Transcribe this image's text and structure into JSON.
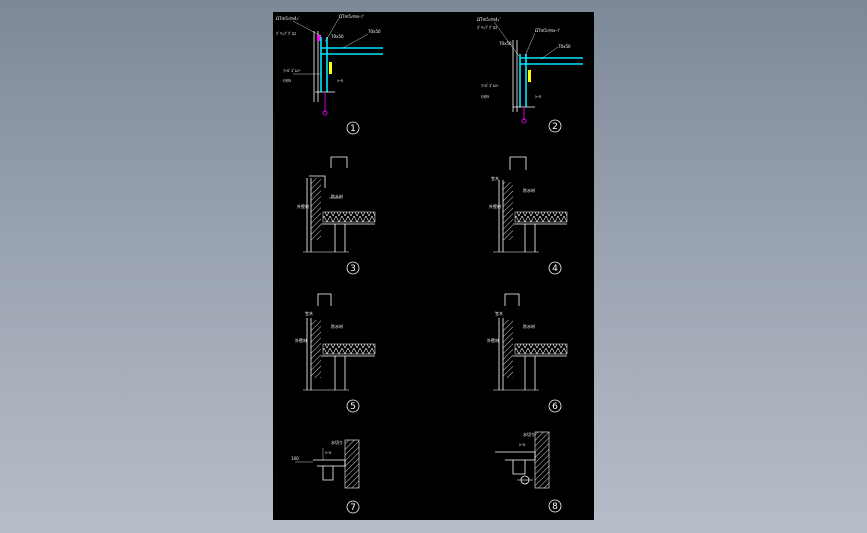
{
  "sheet": {
    "colors": {
      "background_top": "#7d8897",
      "background_bottom": "#b6bdc8",
      "sheet": "#000000",
      "lines": "#ffffff",
      "accent_cyan": "#00e5ff",
      "accent_magenta": "#ff00ff",
      "accent_yellow": "#ffff00"
    }
  },
  "details": [
    {
      "number": "1",
      "labels": [
        "ΩTm5ﾒﾀﾙ4ｯﾞ",
        "ΩTm5ﾒﾀﾙﾙｰﾌﾞ",
        "ｸﾞﾘｯﾌﾟｸﾞﾛｽ",
        "70x50",
        "70x50",
        "ﾌｨﾙﾞｺﾞﾑﾊｰ",
        "ﾓﾙﾀﾙ",
        "ｼｰﾙ"
      ]
    },
    {
      "number": "2",
      "labels": [
        "ΩTm5ﾒﾀﾙ4ｯﾞ",
        "ΩTm5ﾒﾀﾙﾙｰﾌﾞ",
        "ｸﾞﾘｯﾌﾟｸﾞﾛｽ",
        "70x50",
        "70x50",
        "ﾌｨﾙﾞｺﾞﾑﾊｰ",
        "ﾓﾙﾀﾙ",
        "ｼｰﾙ"
      ]
    },
    {
      "number": "3",
      "labels": [
        "防水材",
        "外壁材"
      ]
    },
    {
      "number": "4",
      "labels": [
        "笠木",
        "防水材",
        "外壁材"
      ]
    },
    {
      "number": "5",
      "labels": [
        "笠木",
        "防水材",
        "外壁材"
      ]
    },
    {
      "number": "6",
      "labels": [
        "笠木",
        "防水材",
        "外壁材"
      ]
    },
    {
      "number": "7",
      "labels": [
        "水切り",
        "ｼｰﾙ",
        "100"
      ]
    },
    {
      "number": "8",
      "labels": [
        "水切り",
        "ｼｰﾙ"
      ]
    }
  ]
}
